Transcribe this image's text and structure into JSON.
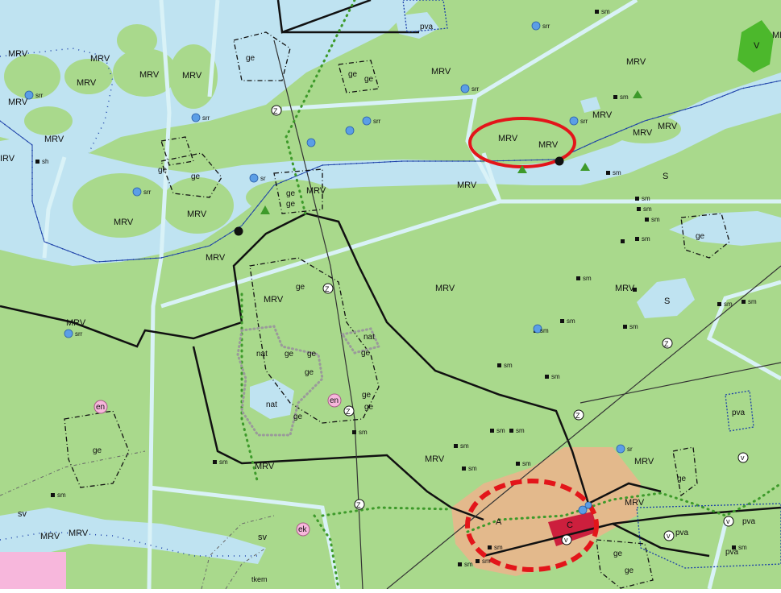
{
  "colors": {
    "land": "#a9d98c",
    "water": "#bfe3f1",
    "residential": "#e3b98c",
    "center": "#cc1f3d",
    "v_area": "#4cb82c",
    "pink": "#f7b7dc",
    "boundary": "#d9f2f7",
    "highlight": "#e3151a"
  },
  "labels": {
    "mrv": "MRV",
    "ge": "ge",
    "sm": "sm",
    "srr": "srr",
    "sr": "sr",
    "nat": "nat",
    "en": "en",
    "ek": "ek",
    "pva": "pva",
    "v": "v",
    "z": "Z",
    "s": "S",
    "sv": "sv",
    "a": "A",
    "c": "C",
    "V": "V",
    "ml": "MI",
    "sh": "sh",
    "tkem": "tkem",
    "irv": "IRV",
    "mbv": "MRV"
  }
}
